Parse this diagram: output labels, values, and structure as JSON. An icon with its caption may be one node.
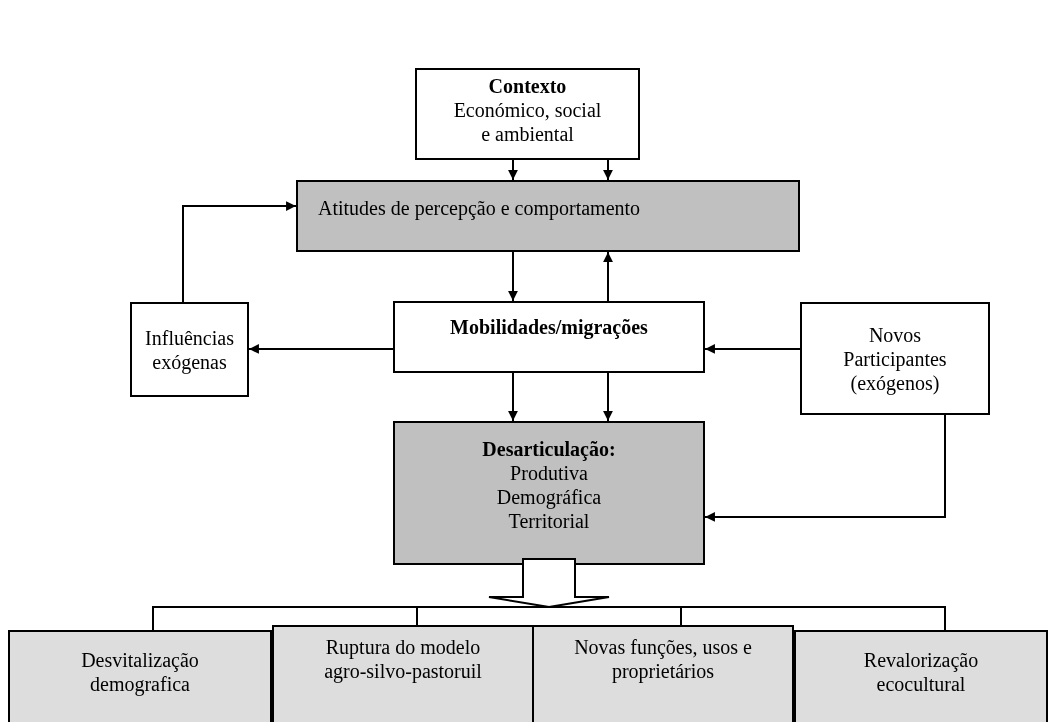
{
  "diagram": {
    "nodes": [
      {
        "text": [
          "Contexto",
          "Económico, social e ambiental"
        ]
      },
      {
        "text": [
          "Atitudes de percepção e comportamento"
        ]
      },
      {
        "text": [
          "Mobilidades/migrações"
        ]
      },
      {
        "text": [
          "Influências exógenas"
        ]
      },
      {
        "text": [
          "Novos Participantes (exógenos)"
        ]
      },
      {
        "text": [
          "Desarticulação:",
          "Produtiva",
          "Demográfica",
          "Territorial"
        ]
      },
      {
        "text": [
          "Desvitalização demografica"
        ]
      },
      {
        "text": [
          "Ruptura do modelo agro-silvo-pastoruil"
        ]
      },
      {
        "text": [
          "Novas funções, usos e proprietários"
        ]
      },
      {
        "text": [
          "Revalorização ecocultural"
        ]
      }
    ],
    "edges": [
      {
        "from": 0,
        "to": 1,
        "arrow": "to"
      },
      {
        "from": 0,
        "to": 1,
        "arrow": "to"
      },
      {
        "from": 1,
        "to": 2,
        "arrow": "to"
      },
      {
        "from": 2,
        "to": 1,
        "arrow": "to"
      },
      {
        "from": 2,
        "to": 3,
        "arrow": "to"
      },
      {
        "from": 4,
        "to": 2,
        "arrow": "to"
      },
      {
        "from": 2,
        "to": 5,
        "arrow": "to"
      },
      {
        "from": 2,
        "to": 5,
        "arrow": "to"
      },
      {
        "from": 4,
        "to": 5,
        "arrow": "to"
      },
      {
        "from": 3,
        "to": 1,
        "arrow": "to"
      },
      {
        "from": 5,
        "to": 6,
        "arrow": "none"
      },
      {
        "from": 5,
        "to": 7,
        "arrow": "none"
      },
      {
        "from": 5,
        "to": 8,
        "arrow": "none"
      },
      {
        "from": 5,
        "to": 9,
        "arrow": "none"
      }
    ]
  }
}
